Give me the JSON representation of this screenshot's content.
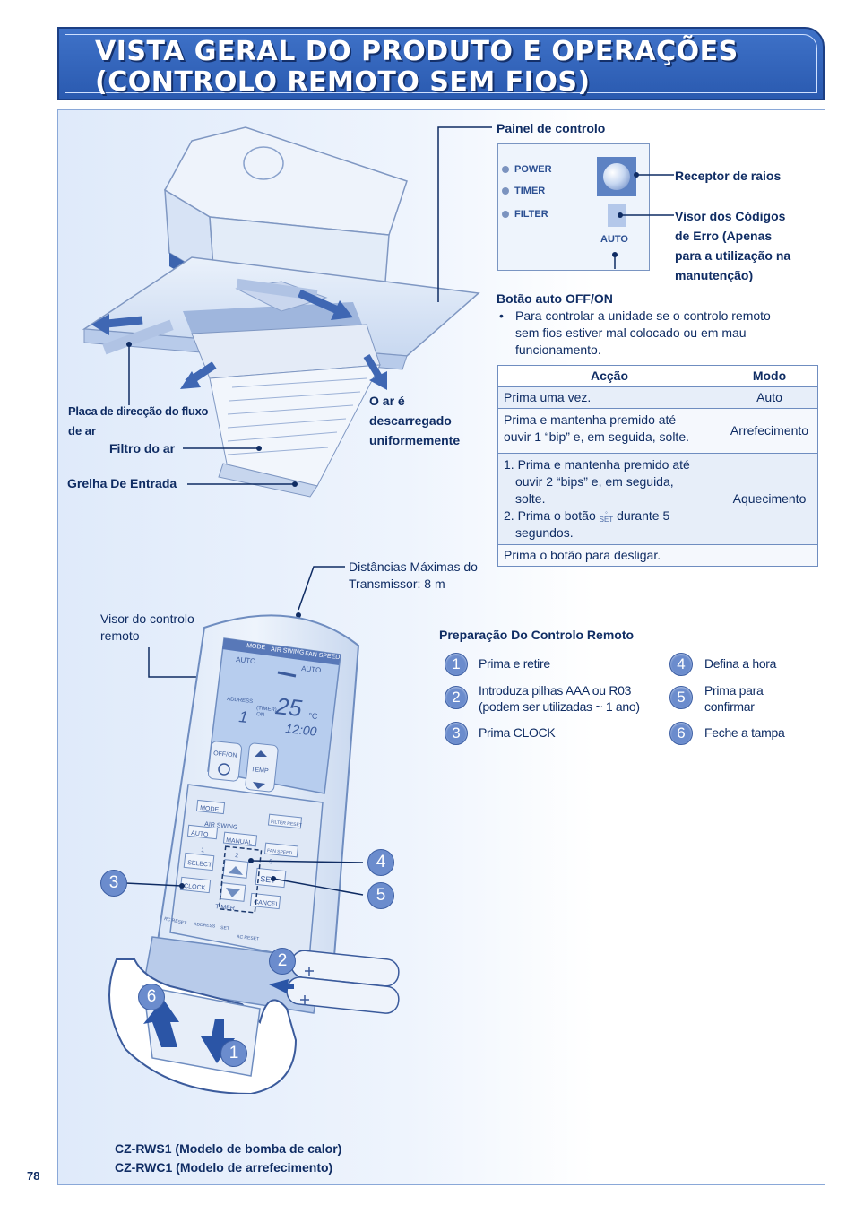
{
  "title": {
    "line1": "VISTA GERAL DO PRODUTO E OPERAÇÕES",
    "line2": "(CONTROLO REMOTO SEM FIOS)"
  },
  "unit_labels": {
    "painel": "Painel de controlo",
    "placa_line1": "Placa de direcção do fluxo",
    "placa_line2": "de ar",
    "filtro": "Filtro do ar",
    "grelha": "Grelha De Entrada",
    "ar_line1": "O ar é",
    "ar_line2": "descarregado",
    "ar_line3": "uniformemente"
  },
  "control_panel": {
    "indicators": [
      "POWER",
      "TIMER",
      "FILTER"
    ],
    "auto": "AUTO",
    "receptor": "Receptor de raios",
    "visor_line1": "Visor dos Códigos",
    "visor_line2": "de Erro (Apenas",
    "visor_line3": "para a utilização na",
    "visor_line4": "manutenção)"
  },
  "auto_button": {
    "title": "Botão auto OFF/ON",
    "bullet": "•",
    "desc_line1": "Para controlar a unidade se o controlo remoto",
    "desc_line2": "sem fios estiver mal colocado ou em mau",
    "desc_line3": "funcionamento."
  },
  "table": {
    "headers": [
      "Acção",
      "Modo"
    ],
    "rows": [
      {
        "acao": "Prima uma vez.",
        "modo": "Auto"
      },
      {
        "acao_l1": "Prima e mantenha premido até",
        "acao_l2": "ouvir 1 “bip” e, em seguida, solte.",
        "modo": "Arrefecimento"
      },
      {
        "acao_l1": "1. Prima e mantenha premido até",
        "acao_l2": "ouvir 2 “bips” e, em seguida,",
        "acao_l3": "solte.",
        "acao_l4a": "2. Prima o botão",
        "set_word": "SET",
        "acao_l4b": "durante 5",
        "acao_l5": "segundos.",
        "modo": "Aquecimento"
      },
      {
        "acao": "Prima o botão para desligar."
      }
    ]
  },
  "remote": {
    "distance_line1": "Distâncias Máximas do",
    "distance_line2": "Transmissor: 8 m",
    "visor_line1": "Visor do controlo",
    "visor_line2": "remoto",
    "lcd": {
      "tabs": [
        "MODE",
        "AIR SWING",
        "FAN SPEED"
      ],
      "auto_left": "AUTO",
      "auto_right": "AUTO",
      "address": "ADDRESS",
      "address_val": "1",
      "timer_on_1": "(TIMER)",
      "timer_on_2": "ON",
      "temp": "25",
      "temp_unit": "°C",
      "clock": "12:00"
    },
    "buttons": {
      "offon": "OFF/ON",
      "temp": "TEMP",
      "mode": "MODE",
      "filter_reset": "FILTER RESET",
      "air_swing": "AIR SWING",
      "auto": "AUTO",
      "manual": "MANUAL",
      "fan_speed": "FAN SPEED",
      "n1": "1",
      "n2": "2",
      "n3": "3",
      "select": "SELECT",
      "set": "SET",
      "clock": "CLOCK",
      "cancel": "CANCEL",
      "timer": "TIMER",
      "rc_reset": "RC RESET",
      "address": "ADDRESS",
      "set_small": "SET",
      "ac_reset": "AC RESET"
    },
    "callout_numbers": [
      "1",
      "2",
      "3",
      "4",
      "5",
      "6"
    ]
  },
  "prep": {
    "title": "Preparação Do Controlo Remoto",
    "steps": [
      {
        "n": "1",
        "l1": "Prima e retire"
      },
      {
        "n": "2",
        "l1": "Introduza pilhas AAA ou R03",
        "l2": "(podem ser utilizadas ~ 1 ano)"
      },
      {
        "n": "3",
        "l1": "Prima CLOCK"
      },
      {
        "n": "4",
        "l1": "Defina a hora"
      },
      {
        "n": "5",
        "l1": "Prima para",
        "l2": "confirmar"
      },
      {
        "n": "6",
        "l1": "Feche a tampa"
      }
    ]
  },
  "models": {
    "line1": "CZ-RWS1 (Modelo de bomba de calor)",
    "line2": "CZ-RWC1 (Modelo de arrefecimento)"
  },
  "page_number": "78",
  "colors": {
    "banner": "#2a5ab0",
    "text": "#0f2c63",
    "accent": "#6b8ccd"
  }
}
